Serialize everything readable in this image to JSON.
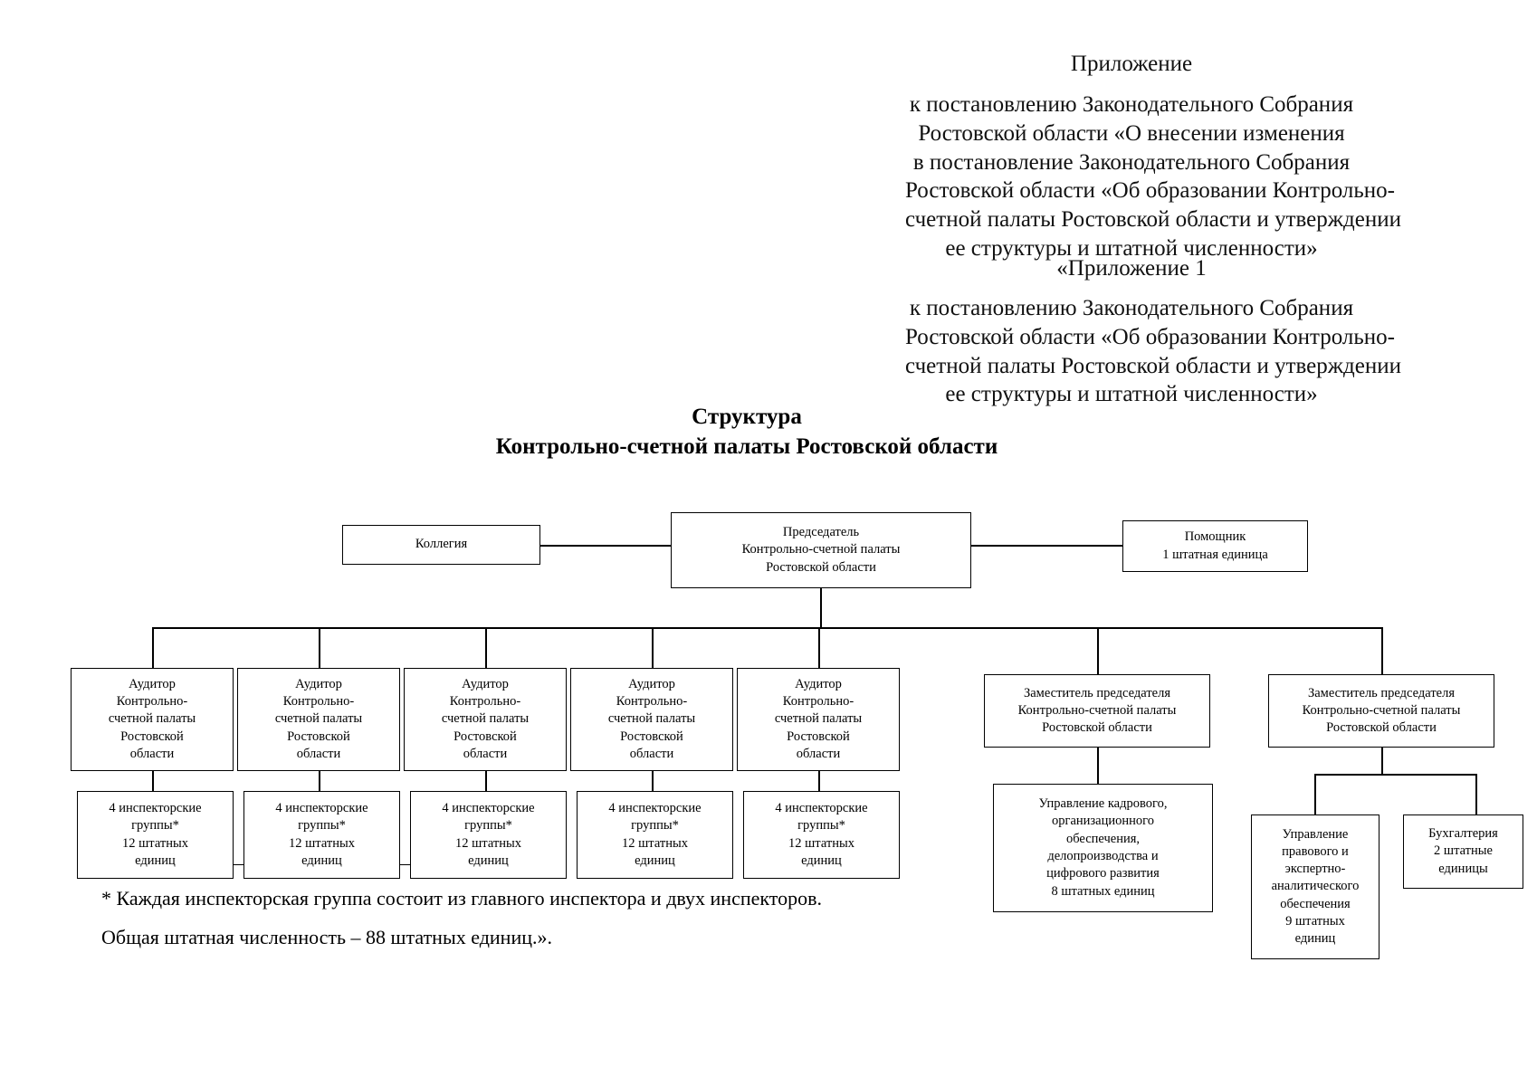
{
  "header": {
    "appendix_word": "Приложение",
    "reference_1": [
      "к постановлению Законодательного Собрания",
      "Ростовской области «О внесении изменения",
      "в постановление Законодательного Собрания",
      "Ростовской области «Об образовании Контрольно-",
      "счетной палаты Ростовской области и утверждении",
      "ее структуры и штатной численности»"
    ],
    "appendix_1": "«Приложение 1",
    "reference_2": [
      "к постановлению Законодательного Собрания",
      "Ростовской области «Об образовании Контрольно-",
      "счетной палаты Ростовской области и утверждении",
      "ее структуры и штатной численности»"
    ]
  },
  "chart_title": [
    "Структура",
    "Контрольно-счетной палаты Ростовской области"
  ],
  "nodes": {
    "collegium": [
      "Коллегия"
    ],
    "chairman": [
      "Председатель",
      "Контрольно-счетной палаты",
      "Ростовской области"
    ],
    "assistant": [
      "Помощник",
      "1 штатная единица"
    ],
    "auditor": [
      "Аудитор",
      "Контрольно-",
      "счетной палаты",
      "Ростовской",
      "области"
    ],
    "inspector_groups": [
      "4 инспекторские",
      "группы*",
      "12 штатных",
      "единиц"
    ],
    "deputy": [
      "Заместитель председателя",
      "Контрольно-счетной палаты",
      "Ростовской области"
    ],
    "dept_hr": [
      "Управление кадрового,",
      "организационного",
      "обеспечения,",
      "делопроизводства и",
      "цифрового развития",
      "8 штатных единиц"
    ],
    "dept_legal": [
      "Управление",
      "правового и",
      "экспертно-",
      "аналитического",
      "обеспечения",
      "9 штатных",
      "единиц"
    ],
    "dept_accounting": [
      "Бухгалтерия",
      "2 штатные",
      "единицы"
    ]
  },
  "footnotes": {
    "line_1": "* Каждая инспекторская группа состоит из главного инспектора и двух инспекторов.",
    "line_2": "Общая штатная численность – 88 штатных единиц.»."
  }
}
